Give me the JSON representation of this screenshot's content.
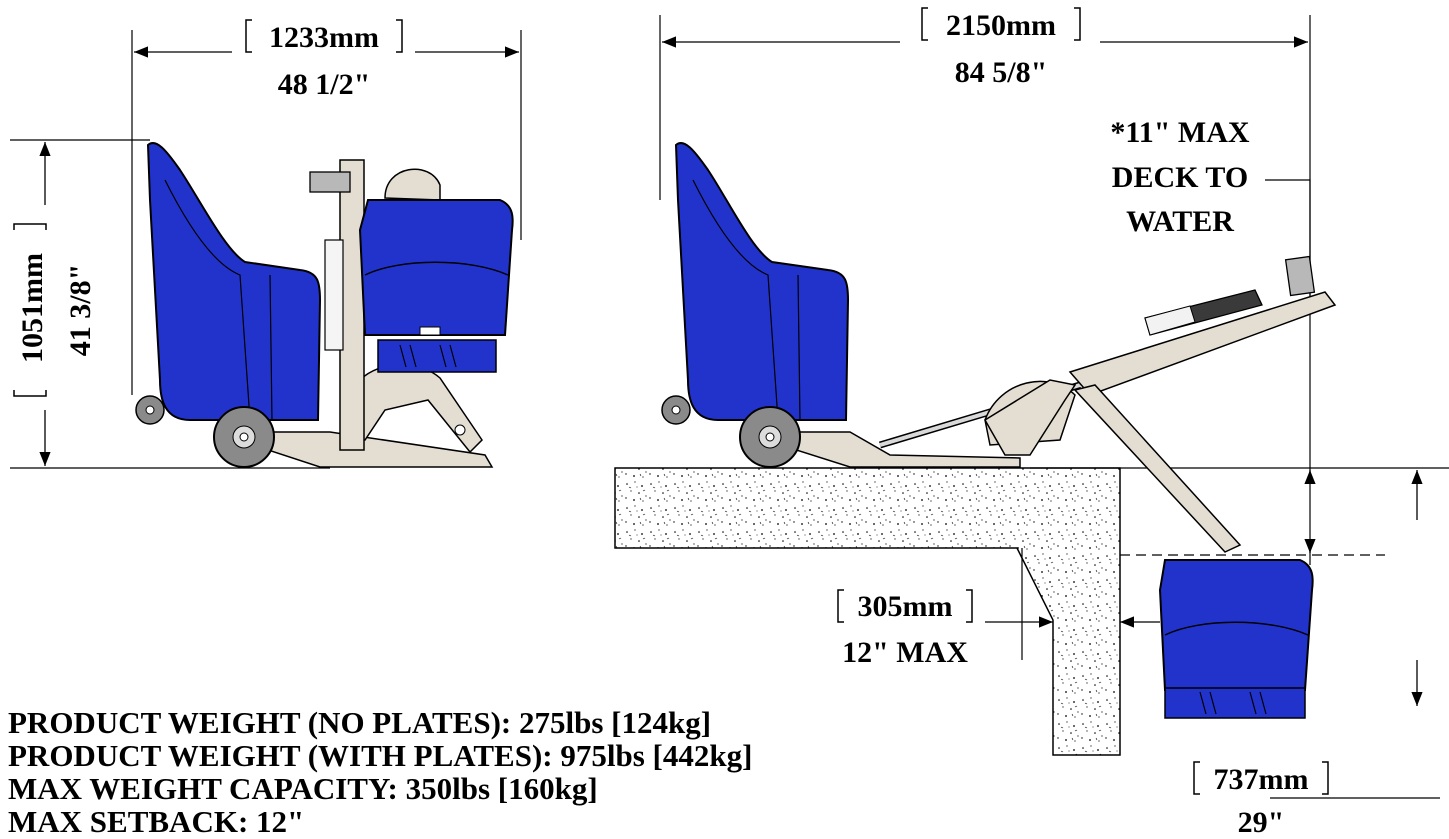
{
  "dimensions": {
    "overall_width_folded_mm": "1233mm",
    "overall_width_folded_in": "48 1/2\"",
    "overall_height_mm": "1051mm",
    "overall_height_in": "41 3/8\"",
    "overall_width_deployed_mm": "2150mm",
    "overall_width_deployed_in": "84 5/8\"",
    "setback_mm": "305mm",
    "setback_in": "12\" MAX",
    "reach_depth_mm": "737mm",
    "reach_depth_in": "29\""
  },
  "deck_note": {
    "line1": "*11\" MAX",
    "line2": "DECK TO",
    "line3": "WATER"
  },
  "specs": [
    "PRODUCT WEIGHT (NO PLATES): 275lbs [124kg]",
    "PRODUCT WEIGHT (WITH PLATES): 975lbs [442kg]",
    "MAX WEIGHT CAPACITY: 350lbs [160kg]",
    "MAX SETBACK: 12\""
  ],
  "colors": {
    "body_blue": "#2233cc",
    "frame_beige": "#e3ddd2",
    "wheel_gray": "#8a8a8a",
    "line": "#000000"
  }
}
